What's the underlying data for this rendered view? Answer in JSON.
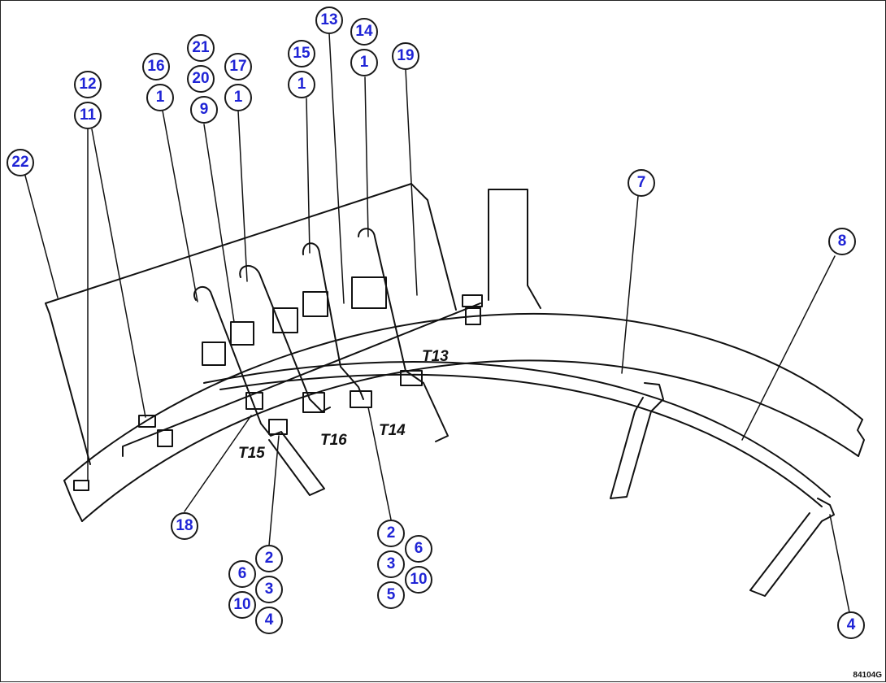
{
  "callouts": {
    "c12": "12",
    "c11": "11",
    "c22": "22",
    "c16": "16",
    "c16b": "1",
    "c21": "21",
    "c20": "20",
    "c9": "9",
    "c17": "17",
    "c17b": "1",
    "c15": "15",
    "c15b": "1",
    "c13": "13",
    "c14": "14",
    "c14b": "1",
    "c19": "19",
    "c7": "7",
    "c8": "8",
    "c18": "18",
    "gA2": "2",
    "gA6": "6",
    "gA3": "3",
    "gA10": "10",
    "gA4": "4",
    "gB2": "2",
    "gB6": "6",
    "gB3": "3",
    "gB10": "10",
    "gB5": "5",
    "c4": "4"
  },
  "tags": {
    "t13": "T13",
    "t14": "T14",
    "t15": "T15",
    "t16": "T16"
  },
  "figure_ref": "84104G",
  "colors": {
    "callout_text": "#1f24d6",
    "line": "#111111"
  }
}
